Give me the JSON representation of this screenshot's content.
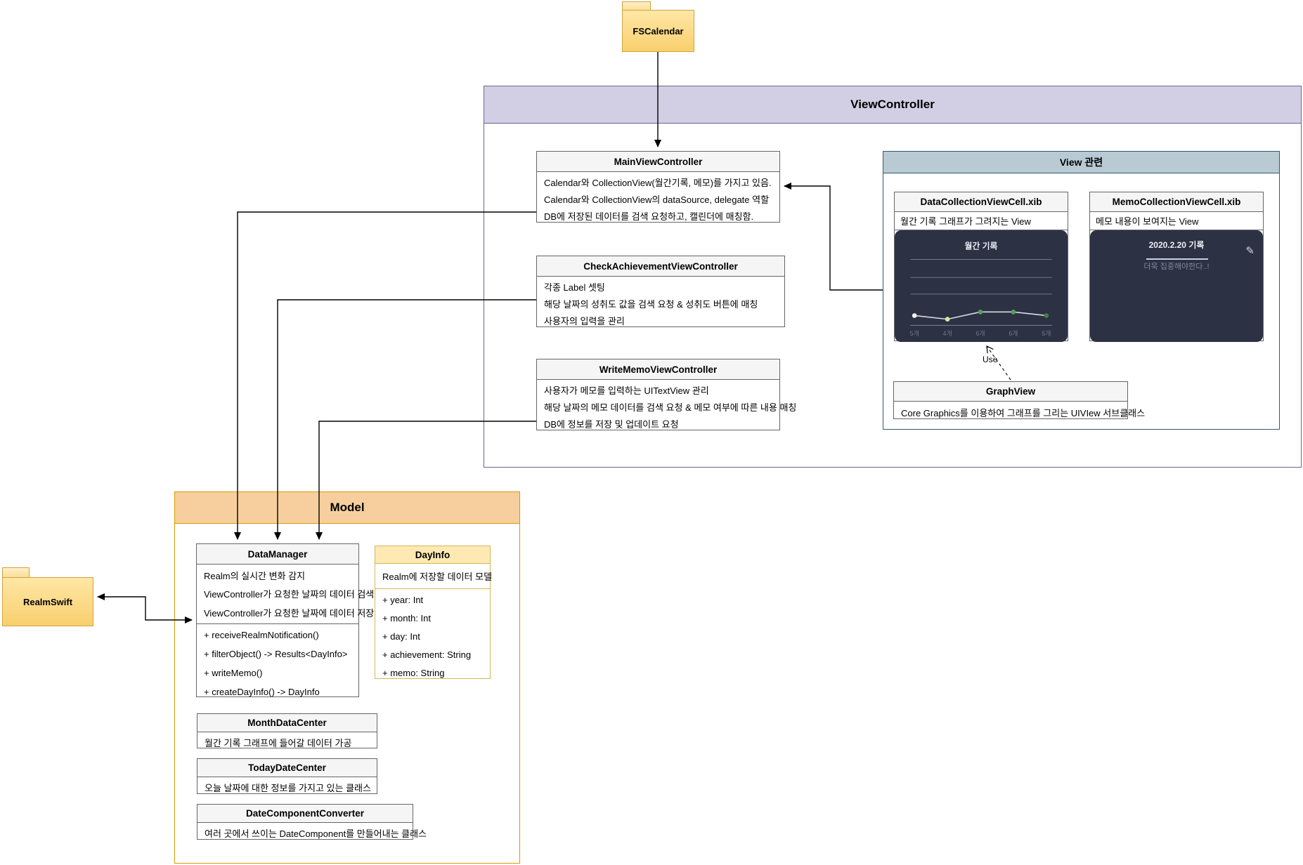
{
  "packages": {
    "fscalendar_label": "FSCalendar",
    "realmswift_label": "RealmSwift"
  },
  "vc": {
    "title": "ViewController",
    "main_vc": {
      "title": "MainViewController",
      "lines": [
        "Calendar와 CollectionView(월간기록, 메모)를 가지고 있음.",
        "Calendar와 CollectionView의 dataSource, delegate 역할",
        "DB에 저장된 데이터를 검색 요청하고, 캘린더에 매칭함."
      ]
    },
    "check_vc": {
      "title": "CheckAchievementViewController",
      "lines": [
        "각종 Label 셋팅",
        "해당 날짜의 성취도 값을 검색 요청 & 성취도 버튼에 매칭",
        "사용자의 입력을 관리"
      ]
    },
    "memo_vc": {
      "title": "WriteMemoViewController",
      "lines": [
        "사용자가 메모를 입력하는 UITextView 관리",
        "해당 날짜의 메모 데이터를 검색 요청 & 메모 여부에 따른 내용 매칭",
        "DB에 정보를 저장 및 업데이트 요청"
      ]
    },
    "view_group": {
      "title": "View 관련",
      "data_cell": {
        "title": "DataCollectionViewCell.xib",
        "subtitle": "월간 기록 그래프가 그려지는 View"
      },
      "memo_cell": {
        "title": "MemoCollectionViewCell.xib",
        "subtitle": "메모 내용이 보여지는 View",
        "preview_title": "2020.2.20 기록",
        "preview_memo": "더욱 집중해야한다..!",
        "pencil_icon": "✎"
      },
      "use_label": "Use",
      "graph_view": {
        "title": "GraphView",
        "line": "Core Graphics를 이용하여 그래프를 그리는 UIVIew 서브클래스"
      }
    }
  },
  "model": {
    "title": "Model",
    "data_manager": {
      "title": "DataManager",
      "responsibilities": [
        "Realm의 실시간 변화 감지",
        "ViewController가 요청한 날짜의 데이터 검색",
        "ViewController가 요청한 날짜에 데이터 저장"
      ],
      "methods": [
        "+ receiveRealmNotification()",
        "+ filterObject() -> Results<DayInfo>",
        "+ writeMemo()",
        "+ createDayInfo() -> DayInfo"
      ]
    },
    "day_info": {
      "title": "DayInfo",
      "description": "Realm에 저장할 데이터 모델",
      "attributes": [
        "+ year: Int",
        "+ month: Int",
        "+ day: Int",
        "+ achievement: String",
        "+ memo: String"
      ]
    },
    "month_data_center": {
      "title": "MonthDataCenter",
      "description": "월간 기록 그래프에 들어갈 데이터 가공"
    },
    "today_date_center": {
      "title": "TodayDateCenter",
      "description": "오늘 날짜에 대한 정보를 가지고 있는 클래스"
    },
    "date_component_converter": {
      "title": "DateComponentConverter",
      "description": "여러 곳에서 쓰이는 DateComponent를 만들어내는 클래스"
    }
  },
  "chart_data": {
    "type": "line",
    "title": "월간 기록",
    "categories": [
      "5개",
      "4개",
      "6개",
      "6개",
      "5개"
    ],
    "values": [
      5,
      4,
      6,
      6,
      5
    ],
    "grid": "on",
    "legend": "off",
    "line_color": "#d9dde5",
    "point_colors": [
      "#eff2e9",
      "#d9e5a5",
      "#55a05c",
      "#55a05c",
      "#417d49"
    ],
    "label_color": "#70758a",
    "title_color": "#e9ecf3"
  },
  "colors": {
    "vc_header": "#d2cfe4",
    "vc_border": "#6c6492",
    "view_group_header": "#b9cad5",
    "view_group_border": "#33586b",
    "model_header": "#f7cf9e",
    "model_border": "#d79b00",
    "folder_fill_top": "#ffe7a6",
    "folder_fill_bottom": "#f9cf6e",
    "folder_border": "#cfa53c",
    "dark_panel_bg": "#2d3144",
    "class_header_bg": "#f5f5f5",
    "class_border": "#666666",
    "dayinfo_header_bg": "#ffe9b3",
    "dayinfo_border": "#d6b656"
  }
}
